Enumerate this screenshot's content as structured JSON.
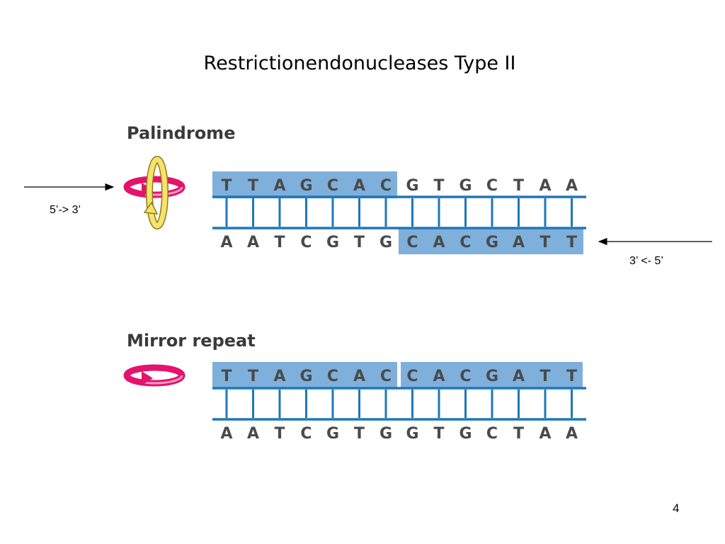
{
  "title": "Restrictionendonucleases Type II",
  "page_number": "4",
  "direction_labels": {
    "left": "5’-> 3’",
    "right": "3’ <- 5’"
  },
  "colors": {
    "box": "#7fb0dc",
    "backbone": "#1f77b7",
    "base_text": "#4a4a4a",
    "pink_arrow": "#e4136c",
    "pink_light": "#f2a0c0",
    "yellow_arrow": "#f7e26a"
  },
  "icons": {
    "rotation_pink": "rotation-arrow-icon",
    "rotation_yellow": "flip-arrow-icon"
  },
  "palindrome": {
    "label": "Palindrome",
    "top_strand": [
      "T",
      "T",
      "A",
      "G",
      "C",
      "A",
      "C",
      "G",
      "T",
      "G",
      "C",
      "T",
      "A",
      "A"
    ],
    "bottom_strand": [
      "A",
      "A",
      "T",
      "C",
      "G",
      "T",
      "G",
      "C",
      "A",
      "C",
      "G",
      "A",
      "T",
      "T"
    ]
  },
  "mirror": {
    "label": "Mirror repeat",
    "top_strand": [
      "T",
      "T",
      "A",
      "G",
      "C",
      "A",
      "C",
      "C",
      "A",
      "C",
      "G",
      "A",
      "T",
      "T"
    ],
    "bottom_strand": [
      "A",
      "A",
      "T",
      "C",
      "G",
      "T",
      "G",
      "G",
      "T",
      "G",
      "C",
      "T",
      "A",
      "A"
    ]
  }
}
